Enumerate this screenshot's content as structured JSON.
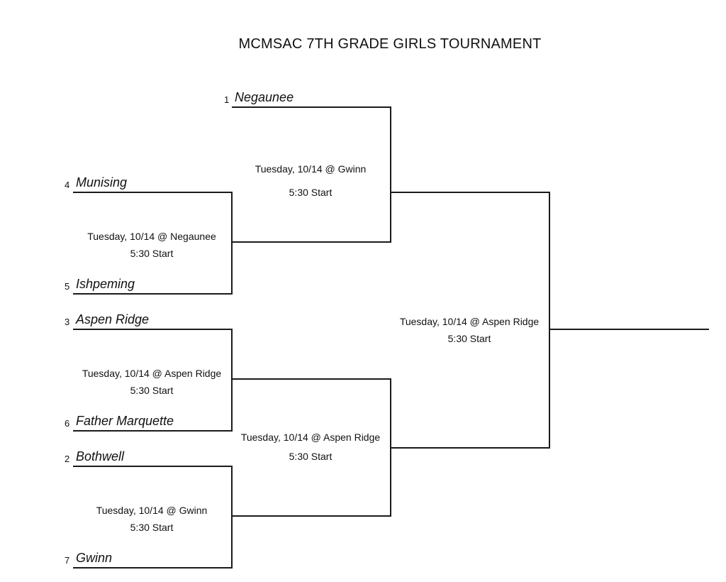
{
  "title": "MCMSAC 7TH GRADE GIRLS TOURNAMENT",
  "teams": [
    {
      "seed": "1",
      "name": "Negaunee"
    },
    {
      "seed": "4",
      "name": "Munising"
    },
    {
      "seed": "5",
      "name": "Ishpeming"
    },
    {
      "seed": "3",
      "name": "Aspen Ridge"
    },
    {
      "seed": "6",
      "name": "Father Marquette"
    },
    {
      "seed": "2",
      "name": "Bothwell"
    },
    {
      "seed": "7",
      "name": "Gwinn"
    }
  ],
  "games": [
    {
      "when": "Tuesday, 10/14 @ Negaunee",
      "start": "5:30 Start"
    },
    {
      "when": "Tuesday, 10/14 @ Aspen Ridge",
      "start": "5:30 Start"
    },
    {
      "when": "Tuesday, 10/14 @ Gwinn",
      "start": "5:30 Start"
    },
    {
      "when": "Tuesday, 10/14 @ Gwinn",
      "start": "5:30 Start"
    },
    {
      "when": "Tuesday, 10/14 @ Aspen Ridge",
      "start": "5:30 Start"
    },
    {
      "when": "Tuesday, 10/14 @ Aspen Ridge",
      "start": "5:30 Start"
    }
  ]
}
